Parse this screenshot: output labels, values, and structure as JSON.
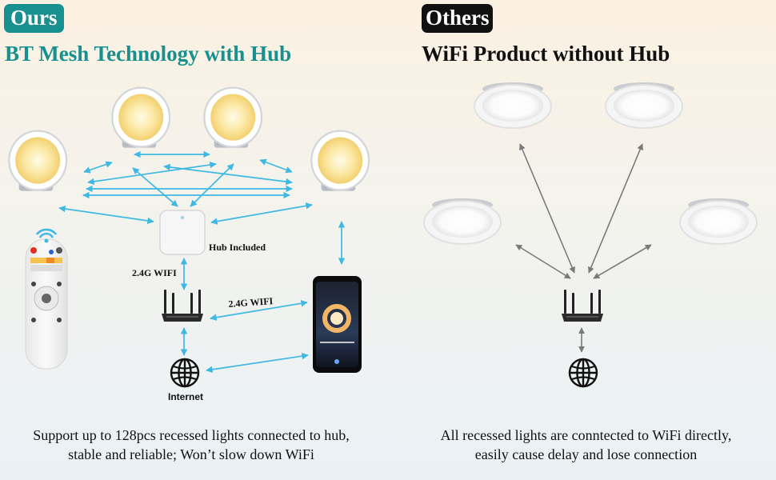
{
  "left_panel": {
    "badge": "Ours",
    "heading": "BT Mesh Technology with Hub",
    "hub_label": "Hub Included",
    "wifi_label_hub": "2.4G WIFI",
    "wifi_label_phone": "2.4G WIFI",
    "internet_label": "Internet",
    "caption_line1": "Support up to 128pcs recessed lights connected to hub,",
    "caption_line2": "stable and reliable; Won’t slow down WiFi"
  },
  "right_panel": {
    "badge": "Others",
    "heading": "WiFi Product without Hub",
    "caption_line1": "All recessed lights are conntected to WiFi directly,",
    "caption_line2": "easily cause delay and lose connection"
  },
  "colors": {
    "accent_teal": "#17908f",
    "arrow_blue": "#3fb8e3",
    "arrow_gray": "#7a7a7a",
    "badge_black": "#111111"
  },
  "icons": [
    "recessed-light-icon",
    "hub-icon",
    "wifi-router-icon",
    "globe-icon",
    "smartphone-icon",
    "remote-control-icon",
    "wifi-signal-icon"
  ]
}
